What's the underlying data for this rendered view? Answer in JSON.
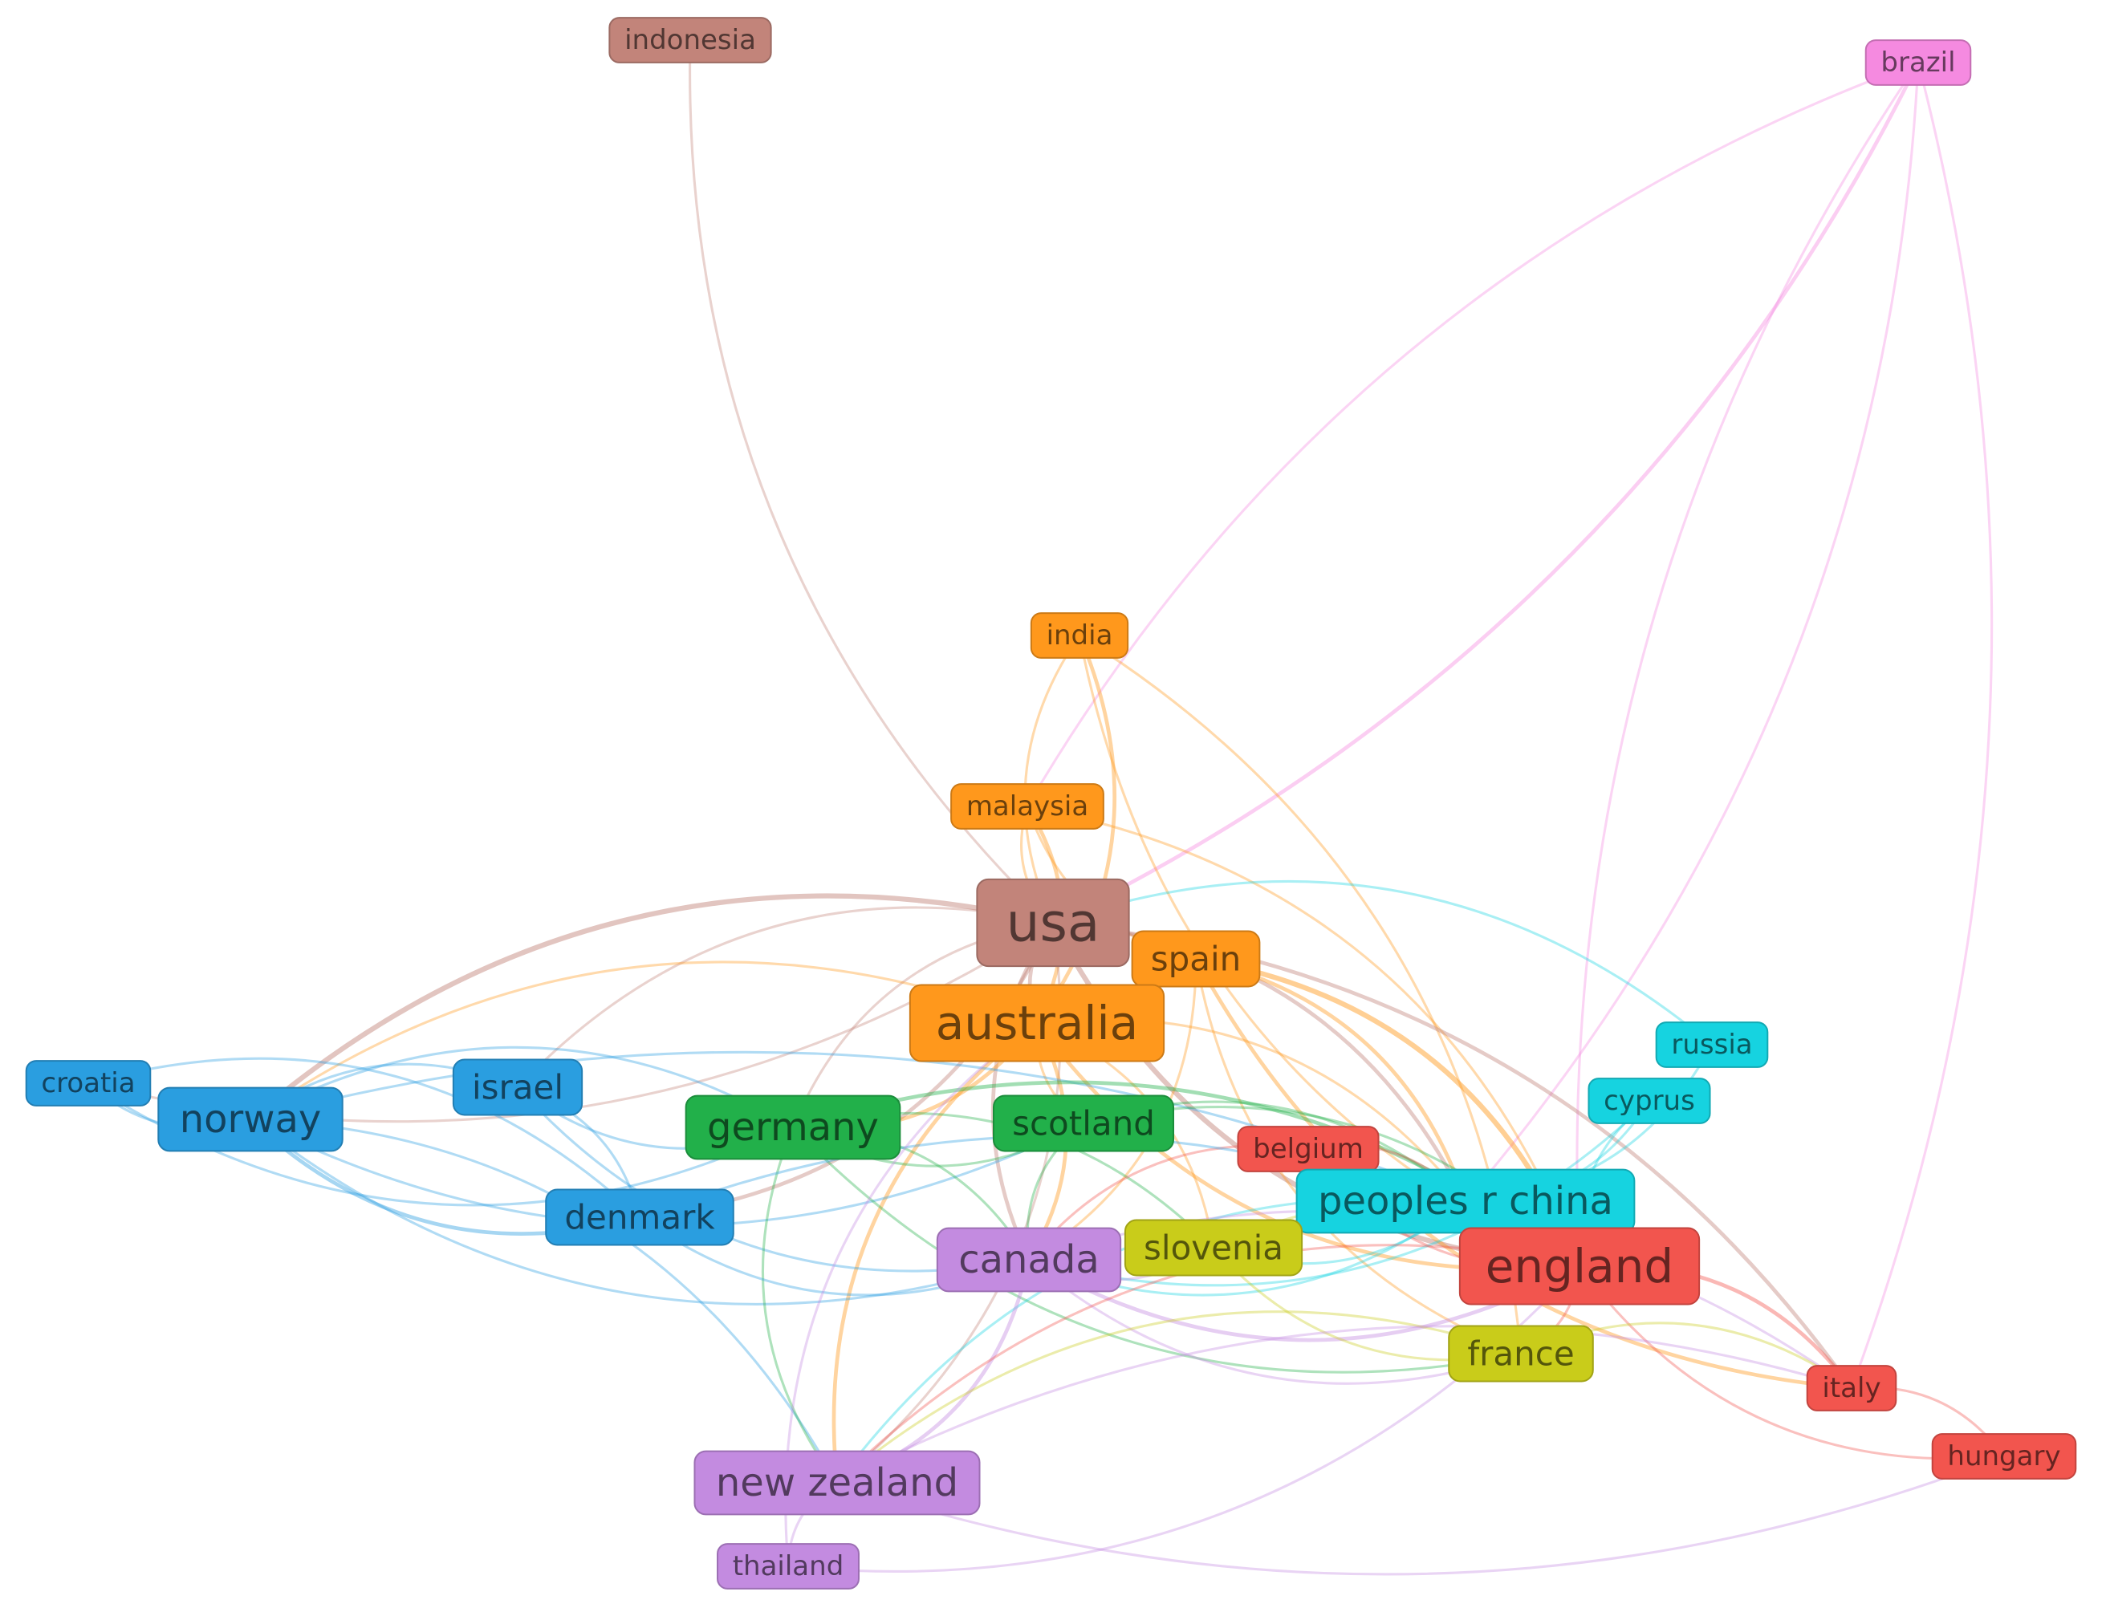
{
  "diagram": {
    "type": "vosviewer-country-co-authorship-network",
    "clusters": {
      "red": "#f2554e",
      "blue": "#2a9ee0",
      "green": "#22b04a",
      "yellow": "#c9cc1a",
      "purple": "#c38be0",
      "cyan": "#16d3e0",
      "orange": "#ff981c",
      "brown": "#c2847a",
      "pink": "#f58ae0"
    },
    "nodes": [
      {
        "id": "indonesia",
        "label": "indonesia",
        "cluster": "brown",
        "weight": 1
      },
      {
        "id": "brazil",
        "label": "brazil",
        "cluster": "pink",
        "weight": 1
      },
      {
        "id": "india",
        "label": "india",
        "cluster": "orange",
        "weight": 1
      },
      {
        "id": "malaysia",
        "label": "malaysia",
        "cluster": "orange",
        "weight": 1
      },
      {
        "id": "usa",
        "label": "usa",
        "cluster": "brown",
        "weight": 5
      },
      {
        "id": "spain",
        "label": "spain",
        "cluster": "orange",
        "weight": 2
      },
      {
        "id": "australia",
        "label": "australia",
        "cluster": "orange",
        "weight": 4
      },
      {
        "id": "croatia",
        "label": "croatia",
        "cluster": "blue",
        "weight": 1
      },
      {
        "id": "norway",
        "label": "norway",
        "cluster": "blue",
        "weight": 3
      },
      {
        "id": "israel",
        "label": "israel",
        "cluster": "blue",
        "weight": 2
      },
      {
        "id": "germany",
        "label": "germany",
        "cluster": "green",
        "weight": 3
      },
      {
        "id": "scotland",
        "label": "scotland",
        "cluster": "green",
        "weight": 2
      },
      {
        "id": "belgium",
        "label": "belgium",
        "cluster": "red",
        "weight": 1
      },
      {
        "id": "russia",
        "label": "russia",
        "cluster": "cyan",
        "weight": 1
      },
      {
        "id": "cyprus",
        "label": "cyprus",
        "cluster": "cyan",
        "weight": 1
      },
      {
        "id": "peoples-r-china",
        "label": "peoples r china",
        "cluster": "cyan",
        "weight": 3
      },
      {
        "id": "denmark",
        "label": "denmark",
        "cluster": "blue",
        "weight": 2
      },
      {
        "id": "canada",
        "label": "canada",
        "cluster": "purple",
        "weight": 3
      },
      {
        "id": "slovenia",
        "label": "slovenia",
        "cluster": "yellow",
        "weight": 2
      },
      {
        "id": "england",
        "label": "england",
        "cluster": "red",
        "weight": 4
      },
      {
        "id": "france",
        "label": "france",
        "cluster": "yellow",
        "weight": 2
      },
      {
        "id": "italy",
        "label": "italy",
        "cluster": "red",
        "weight": 1
      },
      {
        "id": "hungary",
        "label": "hungary",
        "cluster": "red",
        "weight": 1
      },
      {
        "id": "new-zealand",
        "label": "new zealand",
        "cluster": "purple",
        "weight": 3
      },
      {
        "id": "thailand",
        "label": "thailand",
        "cluster": "purple",
        "weight": 1
      }
    ],
    "links": [
      {
        "source": "indonesia",
        "target": "usa",
        "strength": 1
      },
      {
        "source": "brazil",
        "target": "usa",
        "strength": 2
      },
      {
        "source": "brazil",
        "target": "england",
        "strength": 1
      },
      {
        "source": "brazil",
        "target": "italy",
        "strength": 1
      },
      {
        "source": "brazil",
        "target": "malaysia",
        "strength": 1
      },
      {
        "source": "brazil",
        "target": "peoples-r-china",
        "strength": 1
      },
      {
        "source": "india",
        "target": "usa",
        "strength": 1
      },
      {
        "source": "india",
        "target": "australia",
        "strength": 2
      },
      {
        "source": "india",
        "target": "england",
        "strength": 1
      },
      {
        "source": "india",
        "target": "france",
        "strength": 1
      },
      {
        "source": "malaysia",
        "target": "usa",
        "strength": 1
      },
      {
        "source": "malaysia",
        "target": "australia",
        "strength": 2
      },
      {
        "source": "malaysia",
        "target": "spain",
        "strength": 1
      },
      {
        "source": "malaysia",
        "target": "england",
        "strength": 1
      },
      {
        "source": "usa",
        "target": "norway",
        "strength": 3
      },
      {
        "source": "usa",
        "target": "croatia",
        "strength": 1
      },
      {
        "source": "usa",
        "target": "israel",
        "strength": 1
      },
      {
        "source": "usa",
        "target": "denmark",
        "strength": 2
      },
      {
        "source": "usa",
        "target": "england",
        "strength": 3
      },
      {
        "source": "usa",
        "target": "italy",
        "strength": 2
      },
      {
        "source": "usa",
        "target": "canada",
        "strength": 2
      },
      {
        "source": "usa",
        "target": "peoples-r-china",
        "strength": 2
      },
      {
        "source": "usa",
        "target": "australia",
        "strength": 2
      },
      {
        "source": "usa",
        "target": "new-zealand",
        "strength": 1
      },
      {
        "source": "usa",
        "target": "germany",
        "strength": 1
      },
      {
        "source": "spain",
        "target": "england",
        "strength": 3
      },
      {
        "source": "spain",
        "target": "italy",
        "strength": 2
      },
      {
        "source": "spain",
        "target": "peoples-r-china",
        "strength": 2
      },
      {
        "source": "spain",
        "target": "france",
        "strength": 1
      },
      {
        "source": "spain",
        "target": "canada",
        "strength": 1
      },
      {
        "source": "australia",
        "target": "england",
        "strength": 2
      },
      {
        "source": "australia",
        "target": "germany",
        "strength": 2
      },
      {
        "source": "australia",
        "target": "norway",
        "strength": 1
      },
      {
        "source": "australia",
        "target": "canada",
        "strength": 2
      },
      {
        "source": "australia",
        "target": "new-zealand",
        "strength": 2
      },
      {
        "source": "australia",
        "target": "peoples-r-china",
        "strength": 1
      },
      {
        "source": "australia",
        "target": "scotland",
        "strength": 1
      },
      {
        "source": "australia",
        "target": "slovenia",
        "strength": 1
      },
      {
        "source": "croatia",
        "target": "norway",
        "strength": 1
      },
      {
        "source": "croatia",
        "target": "denmark",
        "strength": 1
      },
      {
        "source": "croatia",
        "target": "germany",
        "strength": 1
      },
      {
        "source": "norway",
        "target": "israel",
        "strength": 1
      },
      {
        "source": "norway",
        "target": "denmark",
        "strength": 2
      },
      {
        "source": "norway",
        "target": "germany",
        "strength": 1
      },
      {
        "source": "norway",
        "target": "canada",
        "strength": 1
      },
      {
        "source": "norway",
        "target": "new-zealand",
        "strength": 1
      },
      {
        "source": "norway",
        "target": "scotland",
        "strength": 1
      },
      {
        "source": "norway",
        "target": "peoples-r-china",
        "strength": 1
      },
      {
        "source": "israel",
        "target": "germany",
        "strength": 1
      },
      {
        "source": "israel",
        "target": "denmark",
        "strength": 1
      },
      {
        "source": "israel",
        "target": "canada",
        "strength": 1
      },
      {
        "source": "germany",
        "target": "england",
        "strength": 2
      },
      {
        "source": "germany",
        "target": "scotland",
        "strength": 1
      },
      {
        "source": "germany",
        "target": "canada",
        "strength": 1
      },
      {
        "source": "germany",
        "target": "new-zealand",
        "strength": 1
      },
      {
        "source": "germany",
        "target": "slovenia",
        "strength": 1
      },
      {
        "source": "germany",
        "target": "france",
        "strength": 1
      },
      {
        "source": "scotland",
        "target": "england",
        "strength": 1
      },
      {
        "source": "scotland",
        "target": "canada",
        "strength": 1
      },
      {
        "source": "scotland",
        "target": "peoples-r-china",
        "strength": 1
      },
      {
        "source": "belgium",
        "target": "england",
        "strength": 1
      },
      {
        "source": "belgium",
        "target": "peoples-r-china",
        "strength": 1
      },
      {
        "source": "belgium",
        "target": "canada",
        "strength": 1
      },
      {
        "source": "russia",
        "target": "peoples-r-china",
        "strength": 1
      },
      {
        "source": "russia",
        "target": "usa",
        "strength": 1
      },
      {
        "source": "cyprus",
        "target": "peoples-r-china",
        "strength": 1
      },
      {
        "source": "cyprus",
        "target": "england",
        "strength": 1
      },
      {
        "source": "cyprus",
        "target": "canada",
        "strength": 1
      },
      {
        "source": "peoples-r-china",
        "target": "england",
        "strength": 2
      },
      {
        "source": "peoples-r-china",
        "target": "canada",
        "strength": 1
      },
      {
        "source": "peoples-r-china",
        "target": "new-zealand",
        "strength": 1
      },
      {
        "source": "peoples-r-china",
        "target": "slovenia",
        "strength": 1
      },
      {
        "source": "denmark",
        "target": "canada",
        "strength": 1
      },
      {
        "source": "denmark",
        "target": "england",
        "strength": 1
      },
      {
        "source": "canada",
        "target": "england",
        "strength": 2
      },
      {
        "source": "canada",
        "target": "new-zealand",
        "strength": 2
      },
      {
        "source": "canada",
        "target": "france",
        "strength": 1
      },
      {
        "source": "canada",
        "target": "italy",
        "strength": 1
      },
      {
        "source": "canada",
        "target": "slovenia",
        "strength": 1
      },
      {
        "source": "slovenia",
        "target": "england",
        "strength": 1
      },
      {
        "source": "slovenia",
        "target": "france",
        "strength": 1
      },
      {
        "source": "england",
        "target": "italy",
        "strength": 2
      },
      {
        "source": "england",
        "target": "hungary",
        "strength": 1
      },
      {
        "source": "england",
        "target": "france",
        "strength": 1
      },
      {
        "source": "england",
        "target": "new-zealand",
        "strength": 1
      },
      {
        "source": "france",
        "target": "italy",
        "strength": 1
      },
      {
        "source": "france",
        "target": "new-zealand",
        "strength": 1
      },
      {
        "source": "italy",
        "target": "hungary",
        "strength": 1
      },
      {
        "source": "new-zealand",
        "target": "thailand",
        "strength": 1
      },
      {
        "source": "new-zealand",
        "target": "italy",
        "strength": 1
      },
      {
        "source": "new-zealand",
        "target": "hungary",
        "strength": 1
      },
      {
        "source": "thailand",
        "target": "australia",
        "strength": 1
      },
      {
        "source": "thailand",
        "target": "england",
        "strength": 1
      }
    ]
  }
}
